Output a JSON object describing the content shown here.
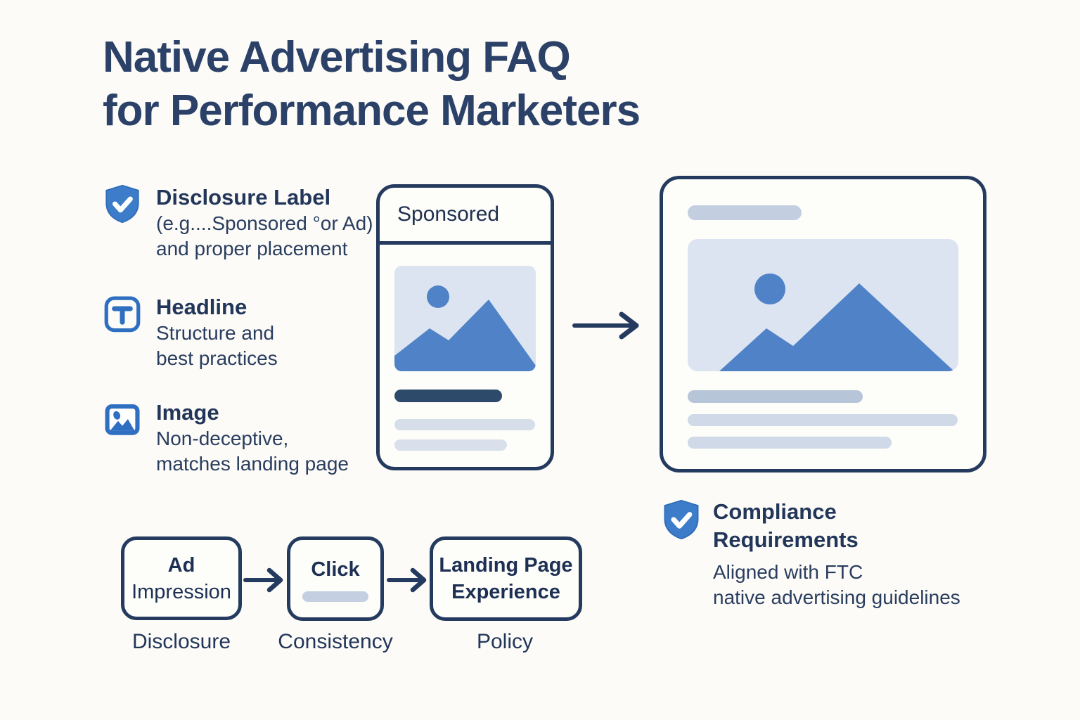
{
  "title": {
    "line1": "Native Advertising FAQ",
    "line2": "for Performance Marketers"
  },
  "features": [
    {
      "icon": "shield-check-icon",
      "title": "Disclosure Label",
      "line1": "(e.g....Sponsored °or Ad)",
      "line2": "and proper placement"
    },
    {
      "icon": "text-type-icon",
      "title": "Headline",
      "line1": "Structure and",
      "line2": "best practices"
    },
    {
      "icon": "image-icon",
      "title": "Image",
      "line1": "Non-deceptive,",
      "line2": "matches landing page"
    }
  ],
  "sponsored_card": {
    "label": "Sponsored"
  },
  "compliance": {
    "title_line1": "Compliance",
    "title_line2": "Requirements",
    "line1": "Aligned with FTC",
    "line2": "native advertising guidelines"
  },
  "flow": {
    "steps": [
      {
        "line1": "Ad",
        "line2": "Impression",
        "caption": "Disclosure"
      },
      {
        "line1": "Click",
        "caption": "Consistency"
      },
      {
        "line1": "Landing Page",
        "line2": "Experience",
        "caption": "Policy"
      }
    ]
  },
  "colors": {
    "background": "#fcfbf7",
    "navy_text": "#22365a",
    "navy_border": "#243a5e",
    "icon_blue": "#3d7cc9",
    "illustration_blue": "#4f82c7",
    "placeholder_fill": "#dce4f1",
    "bar_gray_blue": "#c3cfe0",
    "bar_light": "#cfd9e7",
    "headline_bar_dark": "#2e4a6b"
  }
}
